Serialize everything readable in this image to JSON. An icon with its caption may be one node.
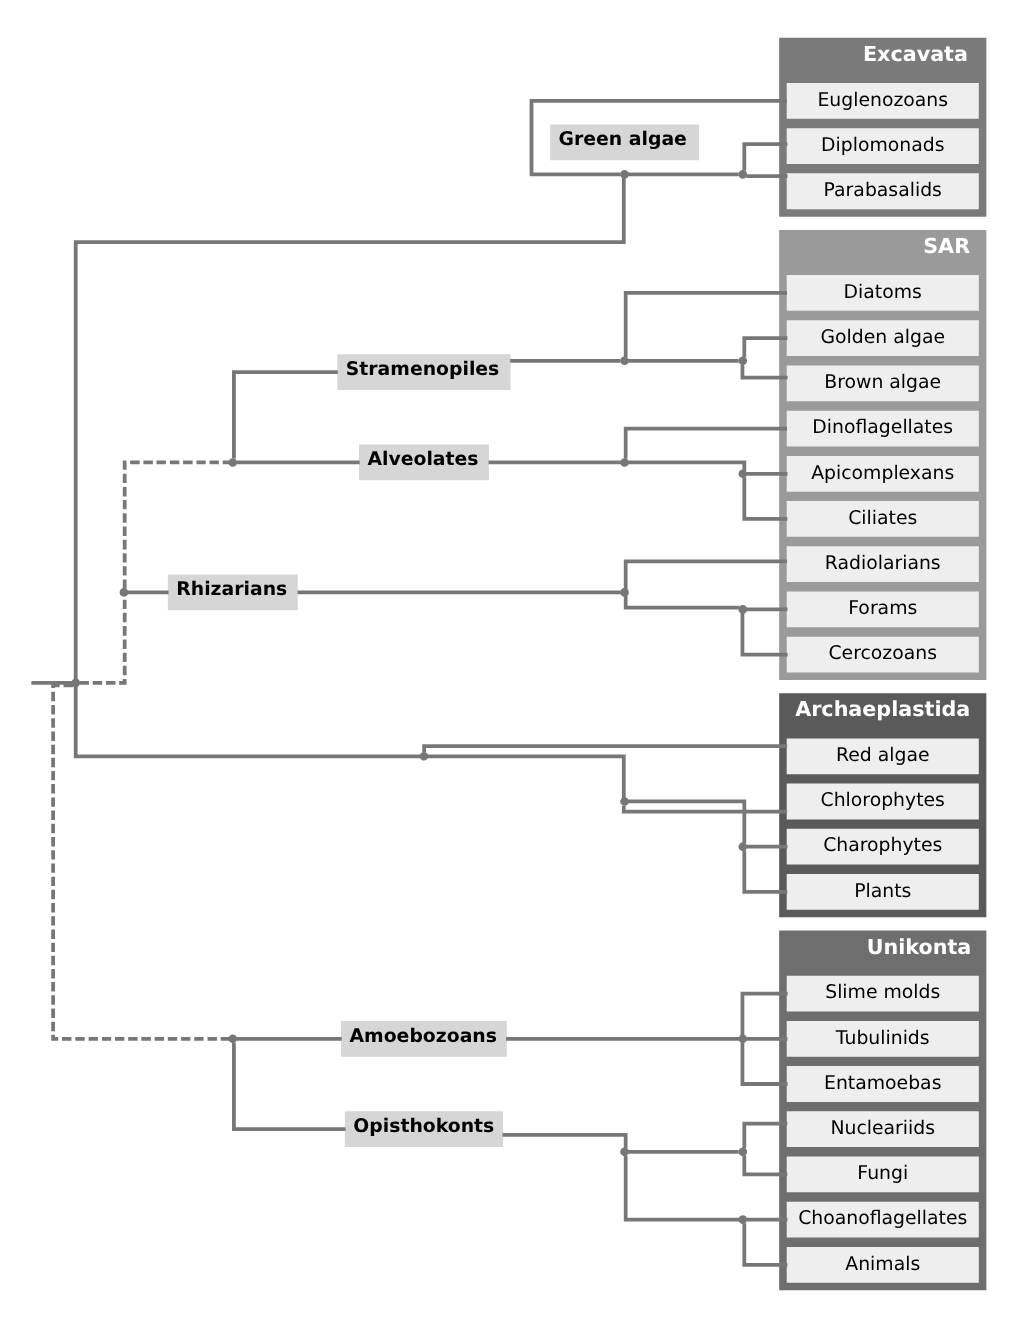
{
  "diagram": {
    "nodes": [
      {
        "text": [
          "Excavata"
        ]
      },
      {
        "text": [
          "Diplomonads"
        ],
        "in": 0
      },
      {
        "text": [
          "Parabasalids"
        ],
        "in": 0
      },
      {
        "text": [
          "Euglenozoans"
        ],
        "in": 0
      },
      {
        "text": [
          "SAR"
        ]
      },
      {
        "text": [
          "Diatoms"
        ],
        "in": 4
      },
      {
        "text": [
          "Golden algae"
        ],
        "in": 4
      },
      {
        "text": [
          "Brown algae"
        ],
        "in": 4
      },
      {
        "text": [
          "Dinoflagellates"
        ],
        "in": 4
      },
      {
        "text": [
          "Apicomplexans"
        ],
        "in": 4
      },
      {
        "text": [
          "Ciliates"
        ],
        "in": 4
      },
      {
        "text": [
          "Radiolarians"
        ],
        "in": 4
      },
      {
        "text": [
          "Forams"
        ],
        "in": 4
      },
      {
        "text": [
          "Cercozoans"
        ],
        "in": 4
      },
      {
        "text": [
          "Archaeplastida"
        ]
      },
      {
        "text": [
          "Red algae"
        ],
        "in": 14
      },
      {
        "text": [
          "Chlorophytes"
        ],
        "in": 14
      },
      {
        "text": [
          "Charophytes"
        ],
        "in": 14
      },
      {
        "text": [
          "Plants"
        ],
        "in": 14
      },
      {
        "text": [
          "Unikonta"
        ]
      },
      {
        "text": [
          "Slime molds"
        ],
        "in": 19
      },
      {
        "text": [
          "Tubulinids"
        ],
        "in": 19
      },
      {
        "text": [
          "Entamoebas"
        ],
        "in": 19
      },
      {
        "text": [
          "Nucleariids"
        ],
        "in": 19
      },
      {
        "text": [
          "Fungi"
        ],
        "in": 19
      },
      {
        "text": [
          "Choanoflagellates"
        ],
        "in": 19
      },
      {
        "text": [
          "Animals"
        ],
        "in": 19
      },
      {
        "text": [
          "Stramenopiles"
        ]
      },
      {
        "text": [
          "Alveolates"
        ]
      },
      {
        "text": [
          "Rhizarians"
        ]
      },
      {
        "text": [
          "Green algae"
        ]
      },
      {
        "text": [
          "Amoebozoans"
        ]
      },
      {
        "text": [
          "Opisthokonts"
        ]
      },
      {
        "text": [],
        "shape": "point"
      },
      {
        "text": [],
        "shape": "point"
      },
      {
        "text": [],
        "shape": "point"
      },
      {
        "text": [],
        "shape": "point"
      },
      {
        "text": [],
        "shape": "point"
      },
      {
        "text": [],
        "shape": "point"
      },
      {
        "text": [],
        "shape": "point"
      },
      {
        "text": [],
        "shape": "point"
      },
      {
        "text": [],
        "shape": "point"
      },
      {
        "text": [],
        "shape": "point"
      },
      {
        "text": [],
        "shape": "point"
      },
      {
        "text": [],
        "shape": "point"
      },
      {
        "text": [],
        "shape": "point"
      },
      {
        "text": [],
        "shape": "point"
      },
      {
        "text": [],
        "shape": "point"
      },
      {
        "text": [],
        "shape": "point"
      },
      {
        "text": [],
        "shape": "point"
      },
      {
        "text": [],
        "shape": "point"
      },
      {
        "text": [],
        "shape": "point"
      }
    ],
    "edges": [
      {
        "from": null,
        "to": 33,
        "arrow": "none"
      },
      {
        "from": 33,
        "to": 34,
        "arrow": "none"
      },
      {
        "from": 34,
        "to": 35,
        "arrow": "none"
      },
      {
        "from": 35,
        "to": 1,
        "arrow": "none"
      },
      {
        "from": 35,
        "to": 2,
        "arrow": "none"
      },
      {
        "from": 34,
        "to": 3,
        "arrow": "none"
      },
      {
        "from": 33,
        "to": 36,
        "arrow": "none",
        "style": "dashed"
      },
      {
        "from": 36,
        "to": 37,
        "arrow": "none",
        "style": "dashed"
      },
      {
        "from": 37,
        "to": 27,
        "arrow": "none"
      },
      {
        "from": 27,
        "to": 38,
        "arrow": "none"
      },
      {
        "from": 38,
        "to": 5,
        "arrow": "none"
      },
      {
        "from": 38,
        "to": 39,
        "arrow": "none"
      },
      {
        "from": 39,
        "to": 6,
        "arrow": "none"
      },
      {
        "from": 39,
        "to": 7,
        "arrow": "none"
      },
      {
        "from": 37,
        "to": 28,
        "arrow": "none"
      },
      {
        "from": 28,
        "to": 40,
        "arrow": "none"
      },
      {
        "from": 40,
        "to": 8,
        "arrow": "none"
      },
      {
        "from": 40,
        "to": 41,
        "arrow": "none"
      },
      {
        "from": 41,
        "to": 9,
        "arrow": "none"
      },
      {
        "from": 41,
        "to": 10,
        "arrow": "none"
      },
      {
        "from": 36,
        "to": 29,
        "arrow": "none"
      },
      {
        "from": 29,
        "to": 42,
        "arrow": "none"
      },
      {
        "from": 42,
        "to": 11,
        "arrow": "none"
      },
      {
        "from": 42,
        "to": 43,
        "arrow": "none"
      },
      {
        "from": 43,
        "to": 12,
        "arrow": "none"
      },
      {
        "from": 43,
        "to": 13,
        "arrow": "none"
      },
      {
        "from": 33,
        "to": 44,
        "arrow": "none"
      },
      {
        "from": 44,
        "to": 15,
        "arrow": "none"
      },
      {
        "from": 44,
        "to": 45,
        "arrow": "none"
      },
      {
        "from": 45,
        "to": 16,
        "arrow": "none"
      },
      {
        "from": 45,
        "to": 46,
        "arrow": "none"
      },
      {
        "from": 46,
        "to": 17,
        "arrow": "none"
      },
      {
        "from": 46,
        "to": 18,
        "arrow": "none"
      },
      {
        "from": 33,
        "to": 47,
        "arrow": "none",
        "style": "dashed"
      },
      {
        "from": 47,
        "to": 31,
        "arrow": "none"
      },
      {
        "from": 31,
        "to": 48,
        "arrow": "none"
      },
      {
        "from": 48,
        "to": 20,
        "arrow": "none"
      },
      {
        "from": 48,
        "to": 21,
        "arrow": "none"
      },
      {
        "from": 48,
        "to": 22,
        "arrow": "none"
      },
      {
        "from": 47,
        "to": 32,
        "arrow": "none"
      },
      {
        "from": 32,
        "to": 49,
        "arrow": "none"
      },
      {
        "from": 49,
        "to": 50,
        "arrow": "none"
      },
      {
        "from": 50,
        "to": 23,
        "arrow": "none"
      },
      {
        "from": 50,
        "to": 24,
        "arrow": "none"
      },
      {
        "from": 49,
        "to": 51,
        "arrow": "none"
      },
      {
        "from": 51,
        "to": 25,
        "arrow": "none"
      },
      {
        "from": 51,
        "to": 26,
        "arrow": "none"
      }
    ]
  }
}
